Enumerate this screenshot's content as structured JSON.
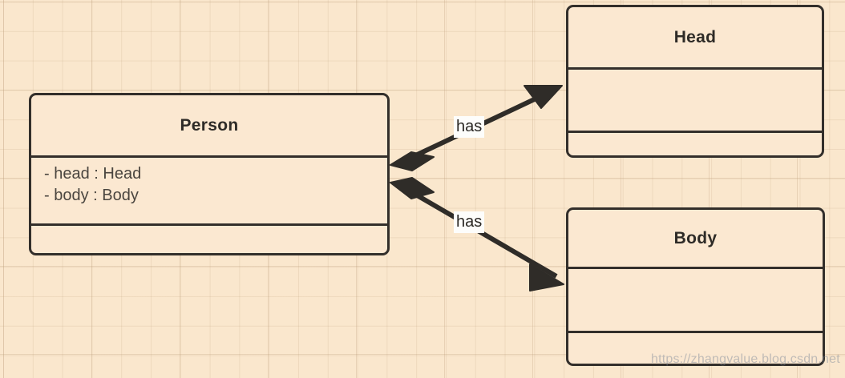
{
  "diagram": {
    "type": "uml-class-diagram",
    "background_color": "#fae7cd",
    "grid_color": "#bea07d",
    "line_color": "#332f2b",
    "box_fill_color": "#fbe8d1"
  },
  "classes": [
    {
      "id": "person",
      "name": "Person",
      "attributes": [
        "- head : Head",
        "- body : Body"
      ],
      "operations": []
    },
    {
      "id": "head",
      "name": "Head",
      "attributes": [],
      "operations": []
    },
    {
      "id": "body",
      "name": "Body",
      "attributes": [],
      "operations": []
    }
  ],
  "relationships": [
    {
      "id": "person-has-head",
      "label": "has",
      "kind": "composition",
      "source": "Person",
      "target": "Head",
      "source_decoration": "filled-diamond",
      "target_decoration": "filled-arrow"
    },
    {
      "id": "person-has-body",
      "label": "has",
      "kind": "composition",
      "source": "Person",
      "target": "Body",
      "source_decoration": "filled-diamond",
      "target_decoration": "filled-arrow"
    }
  ],
  "watermark": {
    "text": "https://zhangvalue.blog.csdn.net"
  }
}
